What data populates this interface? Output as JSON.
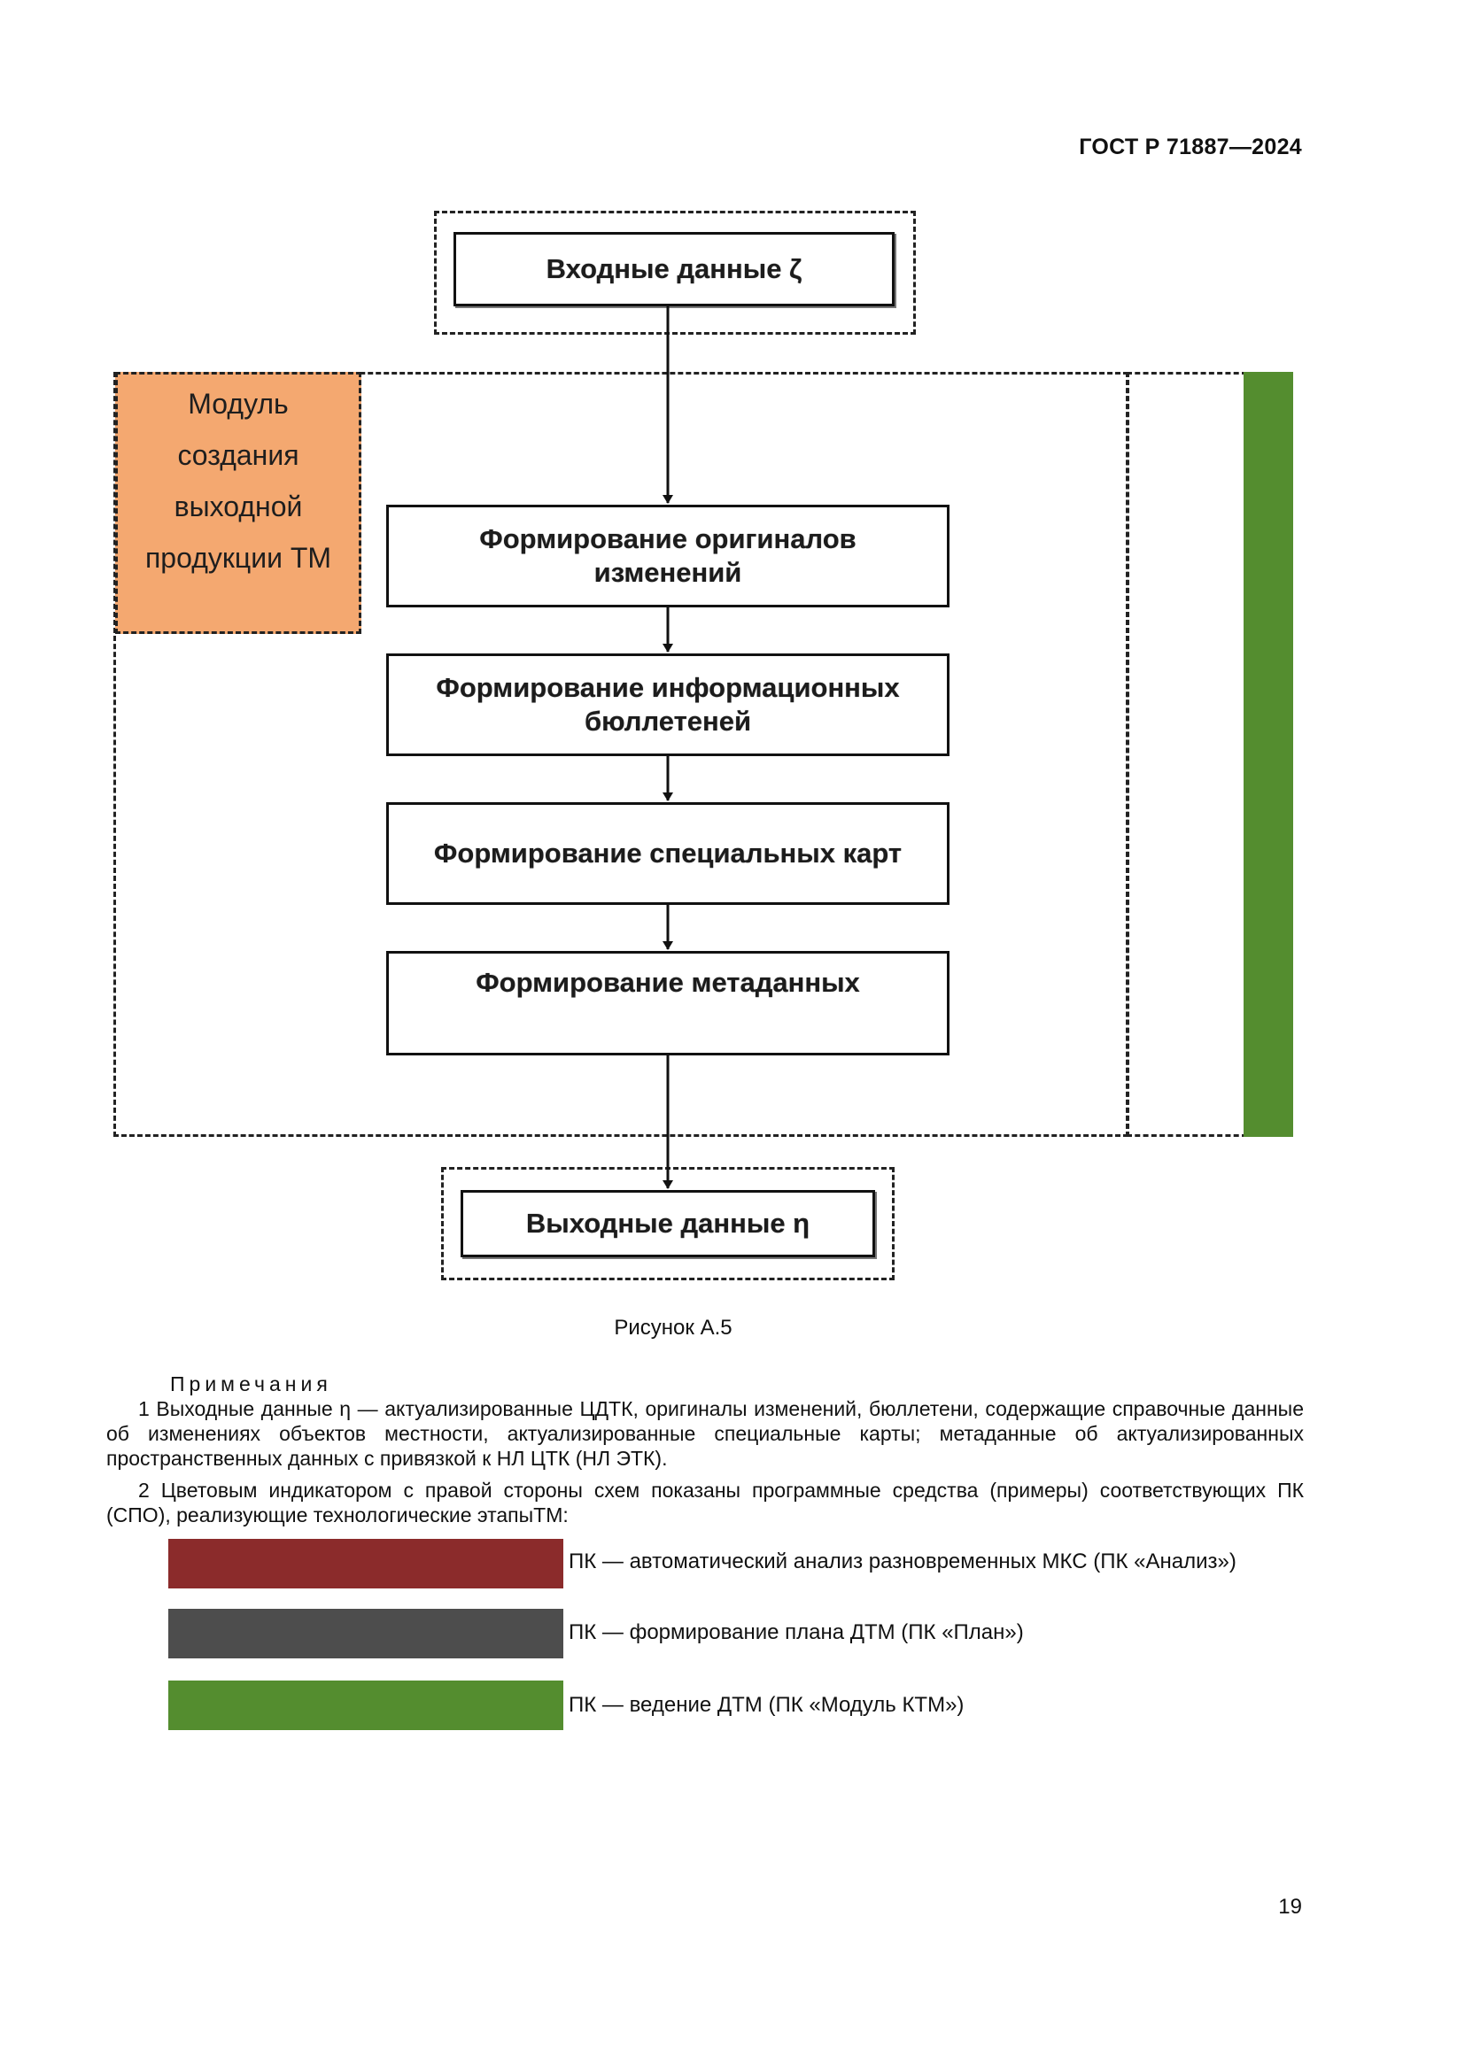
{
  "header": {
    "standard_code": "ГОСТ Р 71887—2024"
  },
  "diagram": {
    "input_label": "Входные данные ζ",
    "module_label_lines": [
      "Модуль",
      "создания",
      "выходной",
      "продукции ТМ"
    ],
    "steps": [
      "Формирование оригиналов изменений",
      "Формирование информационных бюллетеней",
      "Формирование специальных карт",
      "Формирование метаданных"
    ],
    "output_label": "Выходные данные η",
    "indicator_color": "#548d2f",
    "module_color": "#f4a870"
  },
  "figure_caption": "Рисунок А.5",
  "notes": {
    "title": "Примечания",
    "items": [
      "1 Выходные данные η — актуализированные ЦДТК, оригиналы изменений, бюллетени, содержащие справочные данные об изменениях объектов местности, актуализированные специальные карты; метаданные об актуализированных пространственных данных с привязкой к НЛ ЦТК (НЛ ЭТК).",
      "2 Цветовым индикатором с правой стороны схем показаны программные средства (примеры) соответствующих ПК (СПО), реализующие технологические этапыТМ:"
    ]
  },
  "legend": [
    {
      "color": "#8b2b2b",
      "label": "ПК — автоматический анализ разновременных МКС (ПК «Анализ»)"
    },
    {
      "color": "#4d4d4d",
      "label": "ПК — формирование плана ДТМ (ПК «План»)"
    },
    {
      "color": "#548d2f",
      "label": "ПК — ведение ДТМ (ПК «Модуль КТМ»)"
    }
  ],
  "page_number": "19"
}
